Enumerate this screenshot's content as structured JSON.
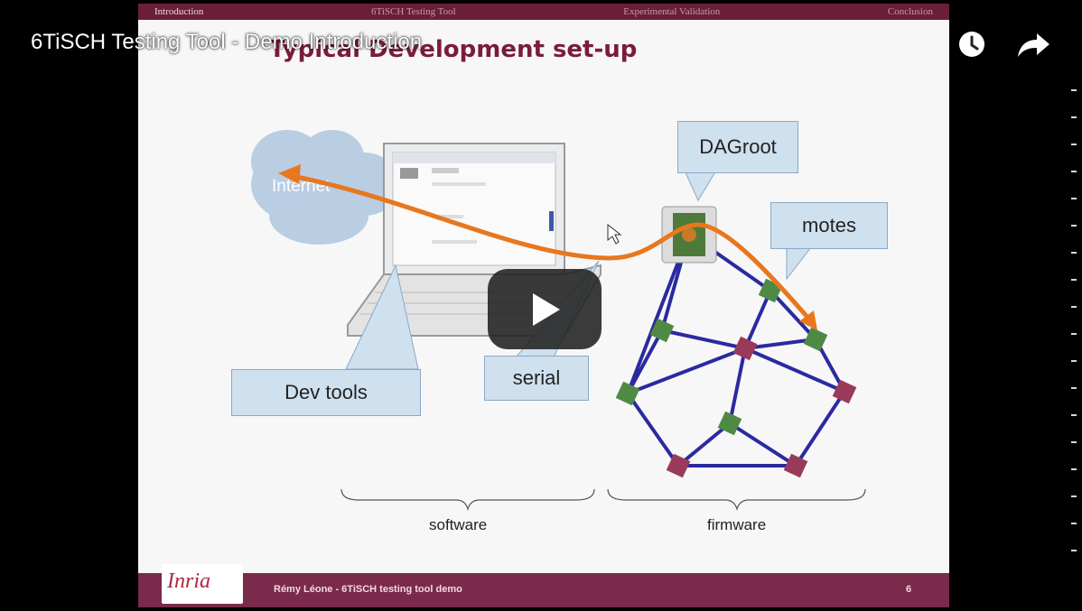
{
  "video": {
    "title": "6TiSCH Testing Tool - Demo Introduction",
    "icons": {
      "watch_later": "clock-icon",
      "share": "share-arrow-icon",
      "play": "play-icon"
    }
  },
  "slide": {
    "nav": [
      "Introduction",
      "6TiSCH Testing Tool",
      "Experimental Validation",
      "Conclusion"
    ],
    "title": "Typical Development set-up",
    "labels": {
      "internet": "Internet",
      "dagroot": "DAGroot",
      "motes": "motes",
      "dev_tools": "Dev tools",
      "serial": "serial",
      "software": "software",
      "firmware": "firmware"
    },
    "footer": {
      "logo": "Inria",
      "text": "Rémy Léone - 6TiSCH testing tool demo",
      "page": "6"
    }
  },
  "colors": {
    "accent": "#7a1c3b",
    "footer": "#7a2a4a",
    "callout": "#cfe0ef",
    "arrow": "#e8771e",
    "link": "#2a2aa0"
  }
}
